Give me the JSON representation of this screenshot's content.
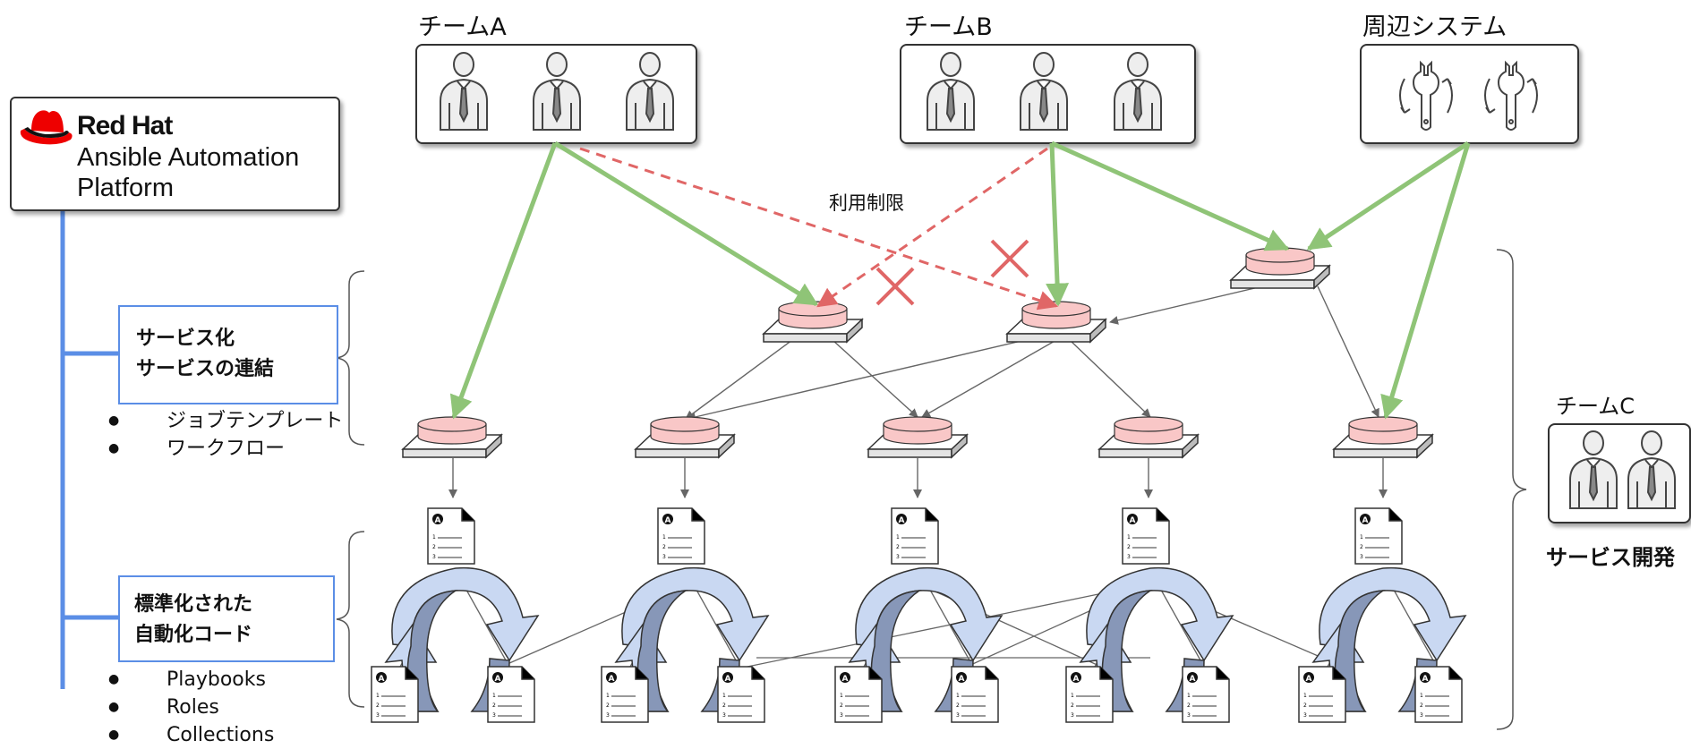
{
  "teams": {
    "team_a": "チームA",
    "team_b": "チームB",
    "surrounding": "周辺システム",
    "team_c": "チームC"
  },
  "logo": {
    "brand": "Red Hat",
    "product_line1": "Ansible Automation",
    "product_line2": "Platform"
  },
  "service_section": {
    "line1": "サービス化",
    "line2": "サービスの連結",
    "bullets": [
      "ジョブテンプレート",
      "ワークフロー"
    ]
  },
  "code_section": {
    "line1": "標準化された",
    "line2": "自動化コード",
    "bullets": [
      "Playbooks",
      "Roles",
      "Collections"
    ]
  },
  "restriction_label": "利用制限",
  "service_dev_label": "サービス開発",
  "colors": {
    "allowed_arrow": "#8fc477",
    "denied_arrow": "#e06666",
    "service_disc": "#f9c7c7",
    "cycle_fill": "#b3c9ee",
    "cycle_dark": "#8797b8",
    "blue_line": "#5b8ee6"
  },
  "icons": {
    "person": "person-icon",
    "wrench": "wrench-icon",
    "document": "document-icon",
    "service": "service-button-icon",
    "cycle": "cycle-arrows-icon",
    "deny": "cross-icon"
  }
}
